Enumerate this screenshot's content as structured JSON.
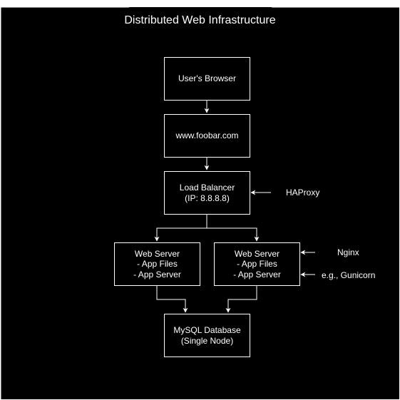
{
  "colors": {
    "background": "#000000",
    "stroke": "#ffffff",
    "text": "#ffffff"
  },
  "title": "Distributed Web Infrastructure",
  "nodes": {
    "browser": [
      "User's Browser"
    ],
    "domain": [
      "www.foobar.com"
    ],
    "load_balancer": [
      "Load Balancer",
      "(IP: 8.8.8.8)"
    ],
    "web_server_1": [
      "Web Server",
      "- App Files",
      "- App Server"
    ],
    "web_server_2": [
      "Web Server",
      "- App Files",
      "- App Server"
    ],
    "database": [
      "MySQL Database",
      "(Single Node)"
    ]
  },
  "annotations": {
    "haproxy": "HAProxy",
    "nginx": "Nginx",
    "gunicorn": "e.g., Gunicorn"
  }
}
